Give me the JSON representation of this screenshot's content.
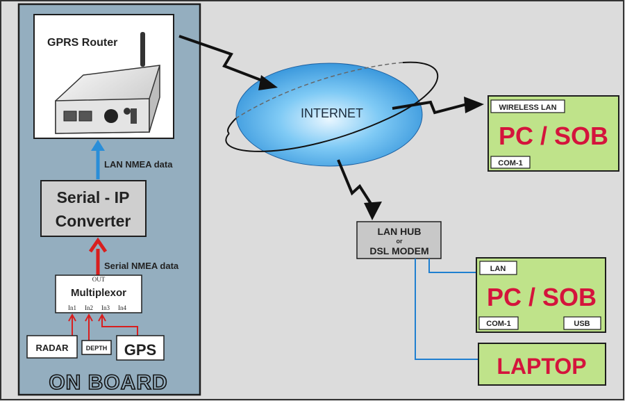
{
  "onboard": {
    "title": "ON BOARD",
    "router_label": "GPRS Router",
    "converter_line1": "Serial - IP",
    "converter_line2": "Converter",
    "lan_data_label": "LAN NMEA data",
    "serial_data_label": "Serial NMEA data",
    "multiplexor": {
      "label": "Multiplexor",
      "out_label": "OUT",
      "inputs": [
        "In1",
        "In2",
        "In3",
        "In4"
      ]
    },
    "sensors": {
      "radar": "RADAR",
      "depth": "DEPTH",
      "gps": "GPS"
    }
  },
  "internet_label": "INTERNET",
  "hub": {
    "line1": "LAN HUB",
    "line2": "or",
    "line3": "DSL MODEM"
  },
  "pc_wireless": {
    "tag_top": "WIRELESS LAN",
    "title": "PC / SOB",
    "tag_bottom": "COM-1"
  },
  "pc_lan": {
    "tag_top": "LAN",
    "title": "PC / SOB",
    "tag_left": "COM-1",
    "tag_right": "USB"
  },
  "laptop": {
    "title": "LAPTOP"
  },
  "colors": {
    "onboard_panel": "#94aebf",
    "green_box": "#bfe38a",
    "title_red": "#d4143c",
    "arrow_red": "#d81e1e",
    "arrow_blue": "#2a8ed8",
    "cloud_blue": "#3aa5e6",
    "line_blue": "#1f7fd0"
  }
}
